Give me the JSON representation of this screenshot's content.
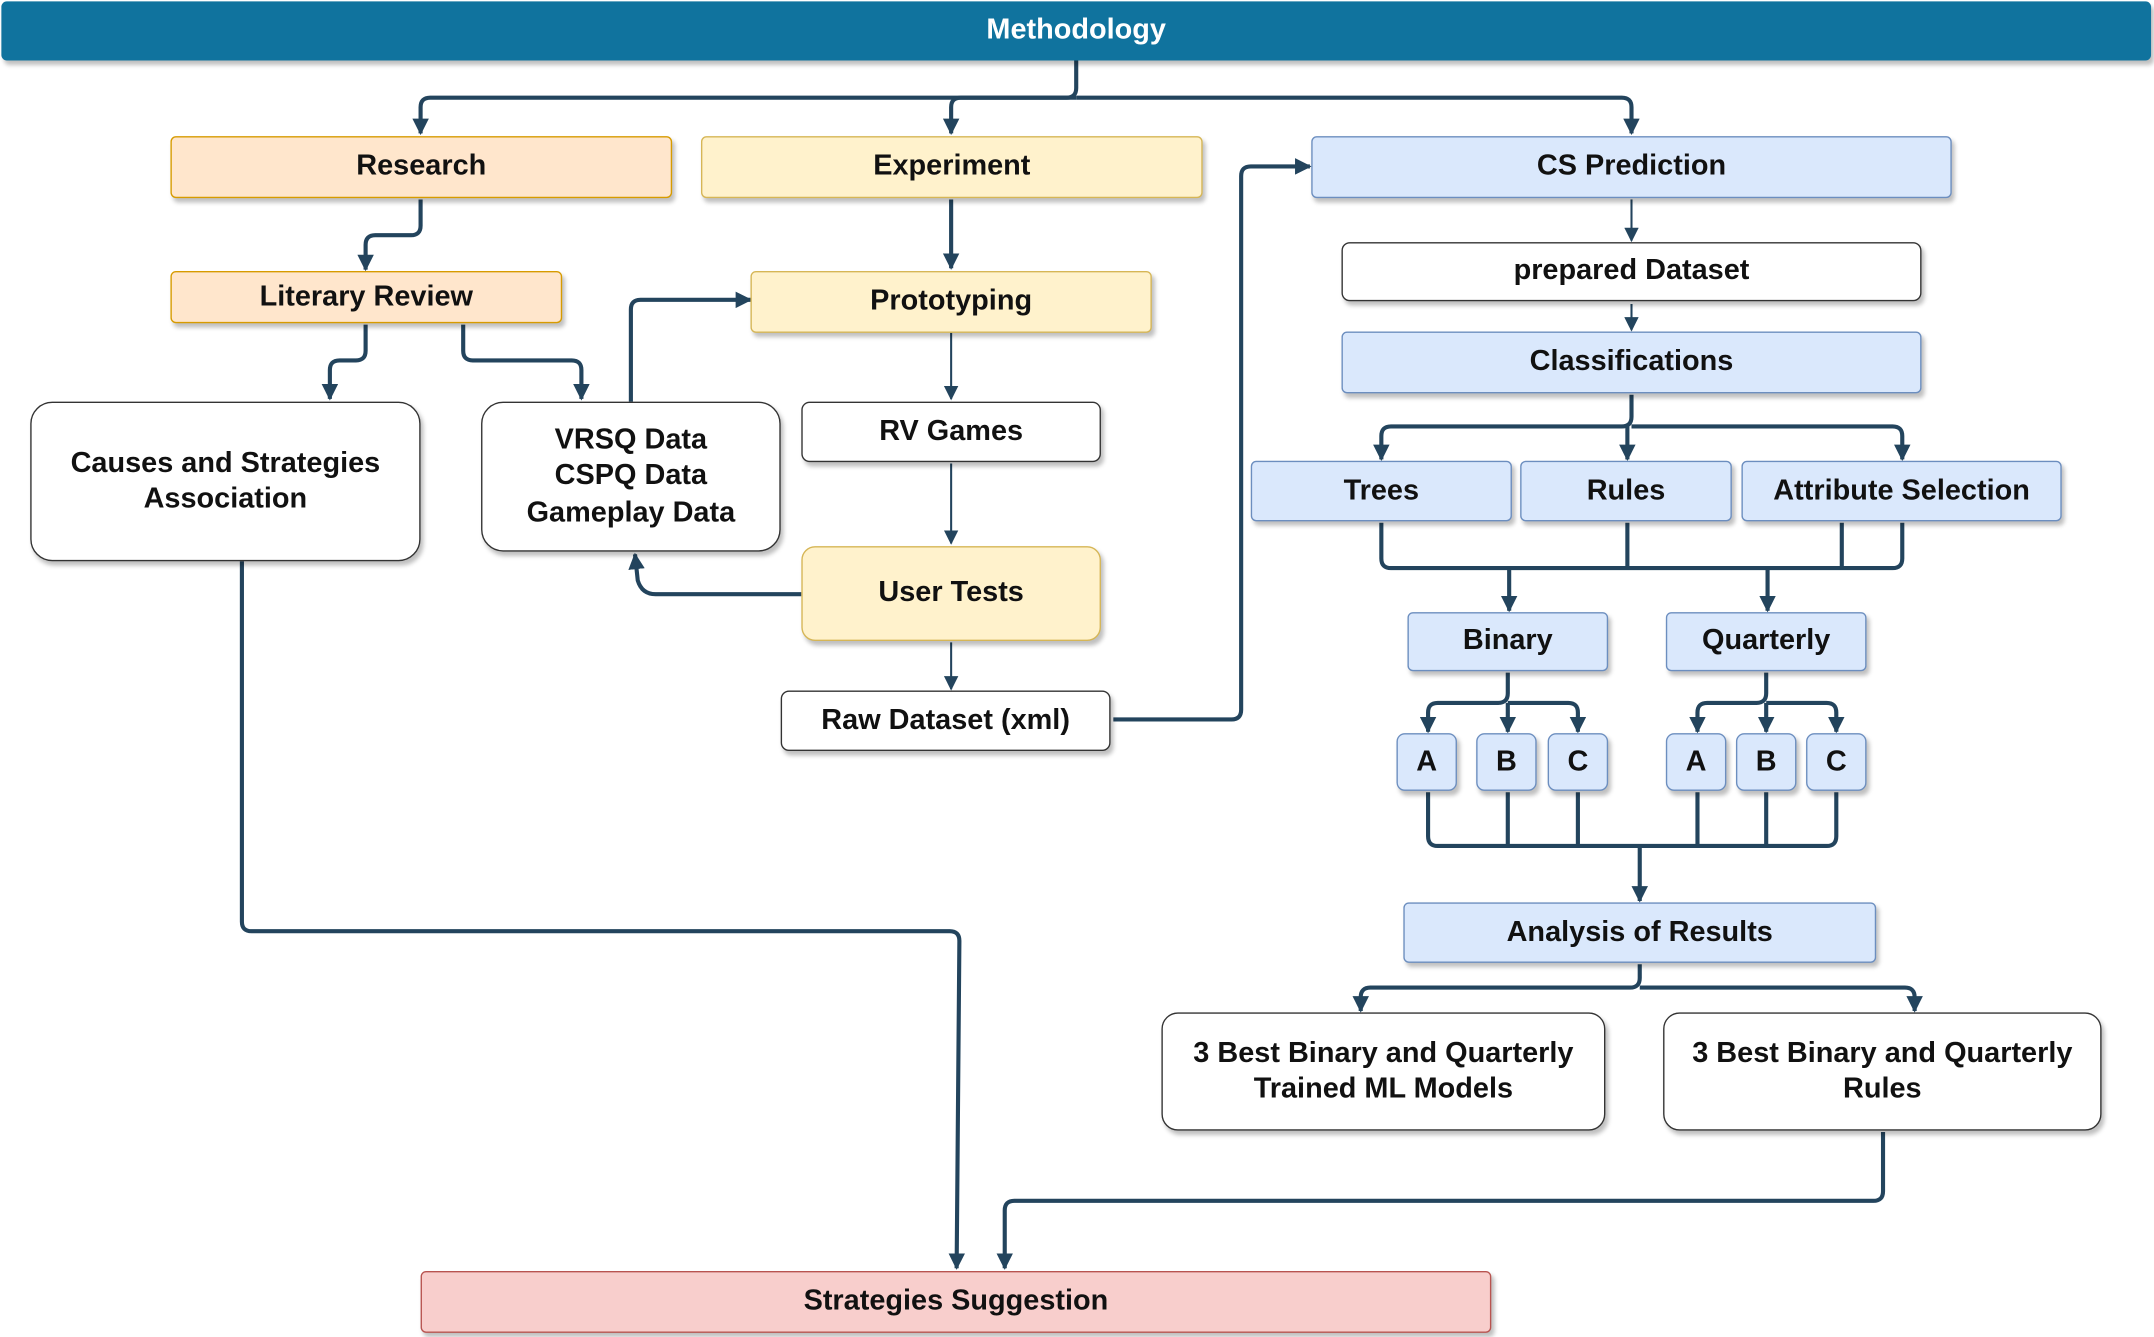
{
  "title": "Methodology",
  "nodes": {
    "research": "Research",
    "experiment": "Experiment",
    "cs_prediction": "CS Prediction",
    "literary_review": "Literary Review",
    "prototyping": "Prototyping",
    "prepared_dataset": "prepared Dataset",
    "classifications": "Classifications",
    "causes_strategies": "Causes and Strategies\nAssociation",
    "survey_data": "VRSQ Data\nCSPQ Data\nGameplay Data",
    "rv_games": "RV Games",
    "trees": "Trees",
    "rules": "Rules",
    "attribute_selection": "Attribute Selection",
    "user_tests": "User Tests",
    "binary": "Binary",
    "quarterly": "Quarterly",
    "raw_dataset": "Raw Dataset (xml)",
    "binary_a": "A",
    "binary_b": "B",
    "binary_c": "C",
    "quarterly_a": "A",
    "quarterly_b": "B",
    "quarterly_c": "C",
    "analysis": "Analysis of Results",
    "best_models": "3 Best Binary and Quarterly\nTrained ML Models",
    "best_rules": "3 Best Binary and Quarterly\nRules",
    "strategies": "Strategies Suggestion"
  },
  "colors": {
    "title_bar": "#10739e",
    "research_branch": "#ffe6cc",
    "experiment_branch": "#fff2cc",
    "prediction_branch": "#dae8fc",
    "output": "#f8cecc",
    "connector": "#23445d"
  }
}
